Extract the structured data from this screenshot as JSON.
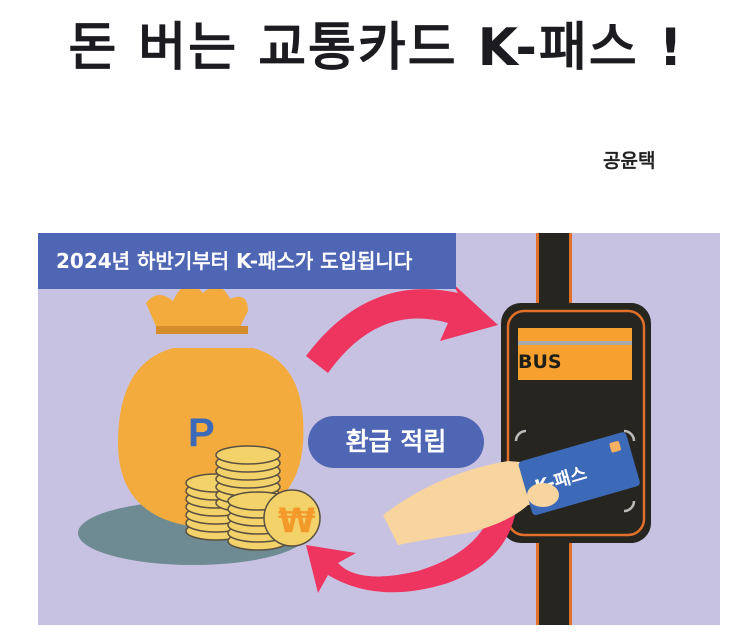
{
  "document": {
    "title": "돈 버는 교통카드 K-패스 !",
    "author": "공윤택"
  },
  "illustration": {
    "banner_text": "2024년 하반기부터 K-패스가 도입됩니다",
    "pill_text": "환급 적립",
    "terminal_label": "BUS",
    "card_label": "K-패스",
    "bag_symbol": "P",
    "coin_symbol": "₩",
    "colors": {
      "background": "#c8c2e2",
      "banner": "#4f66b4",
      "arrow": "#ee3560",
      "bag": "#f4ab3e",
      "terminal": "#262520",
      "terminal_trim": "#e0702a",
      "screen": "#f6a030",
      "card": "#3d6ab8",
      "hand": "#f8d49e"
    }
  }
}
